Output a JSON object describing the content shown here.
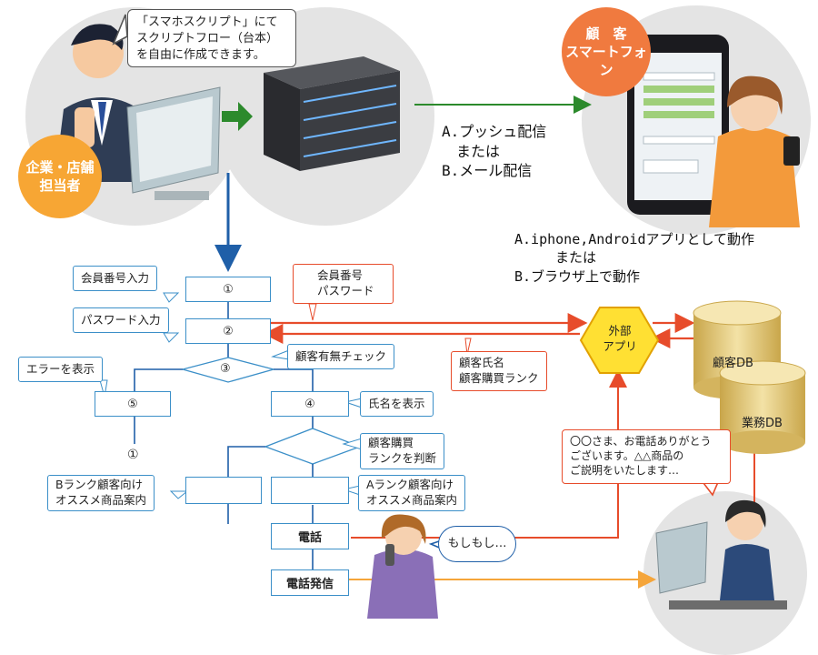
{
  "top": {
    "company_badge": "企業・店舗\n担当者",
    "script_callout": "「スマホスクリプト」にて\nスクリプトフロー（台本）\nを自由に作成できます。",
    "customer_badge": "顧　客\nスマートフォン",
    "delivery_text": "A.プッシュ配信\n　または\nB.メール配信",
    "app_text": "A.iphone,Androidアプリとして動作\n　　　または\nB.ブラウザ上で動作"
  },
  "flow": {
    "steps": [
      "①",
      "②",
      "③",
      "④",
      "⑤"
    ],
    "labels": {
      "member_number_input": "会員番号入力",
      "password_input": "パスワード入力",
      "show_error": "エラーを表示",
      "customer_check": "顧客有無チェック",
      "show_name": "氏名を表示",
      "judge_rank": "顧客購買\nランクを判断",
      "b_rank": "Bランク顧客向け\nオススメ商品案内",
      "a_rank": "Aランク顧客向け\nオススメ商品案内",
      "phone": "電話",
      "phone_call": "電話発信",
      "loop_back": "①"
    }
  },
  "external": {
    "member_password_label": "会員番号\nパスワード",
    "customer_info_label": "顧客氏名\n顧客購買ランク",
    "external_app": "外部\nアプリ",
    "customer_db": "顧客DB",
    "business_db": "業務DB"
  },
  "operator": {
    "speech": "〇〇さま、お電話ありがとう\nございます。△△商品の\nご説明をいたします…"
  },
  "customer_speech": "もしもし…",
  "colors": {
    "blue": "#1f5fa8",
    "red": "#e74c2b",
    "green": "#2c8a2c",
    "orange": "#f5a53a",
    "gold": "#e0c06a"
  }
}
